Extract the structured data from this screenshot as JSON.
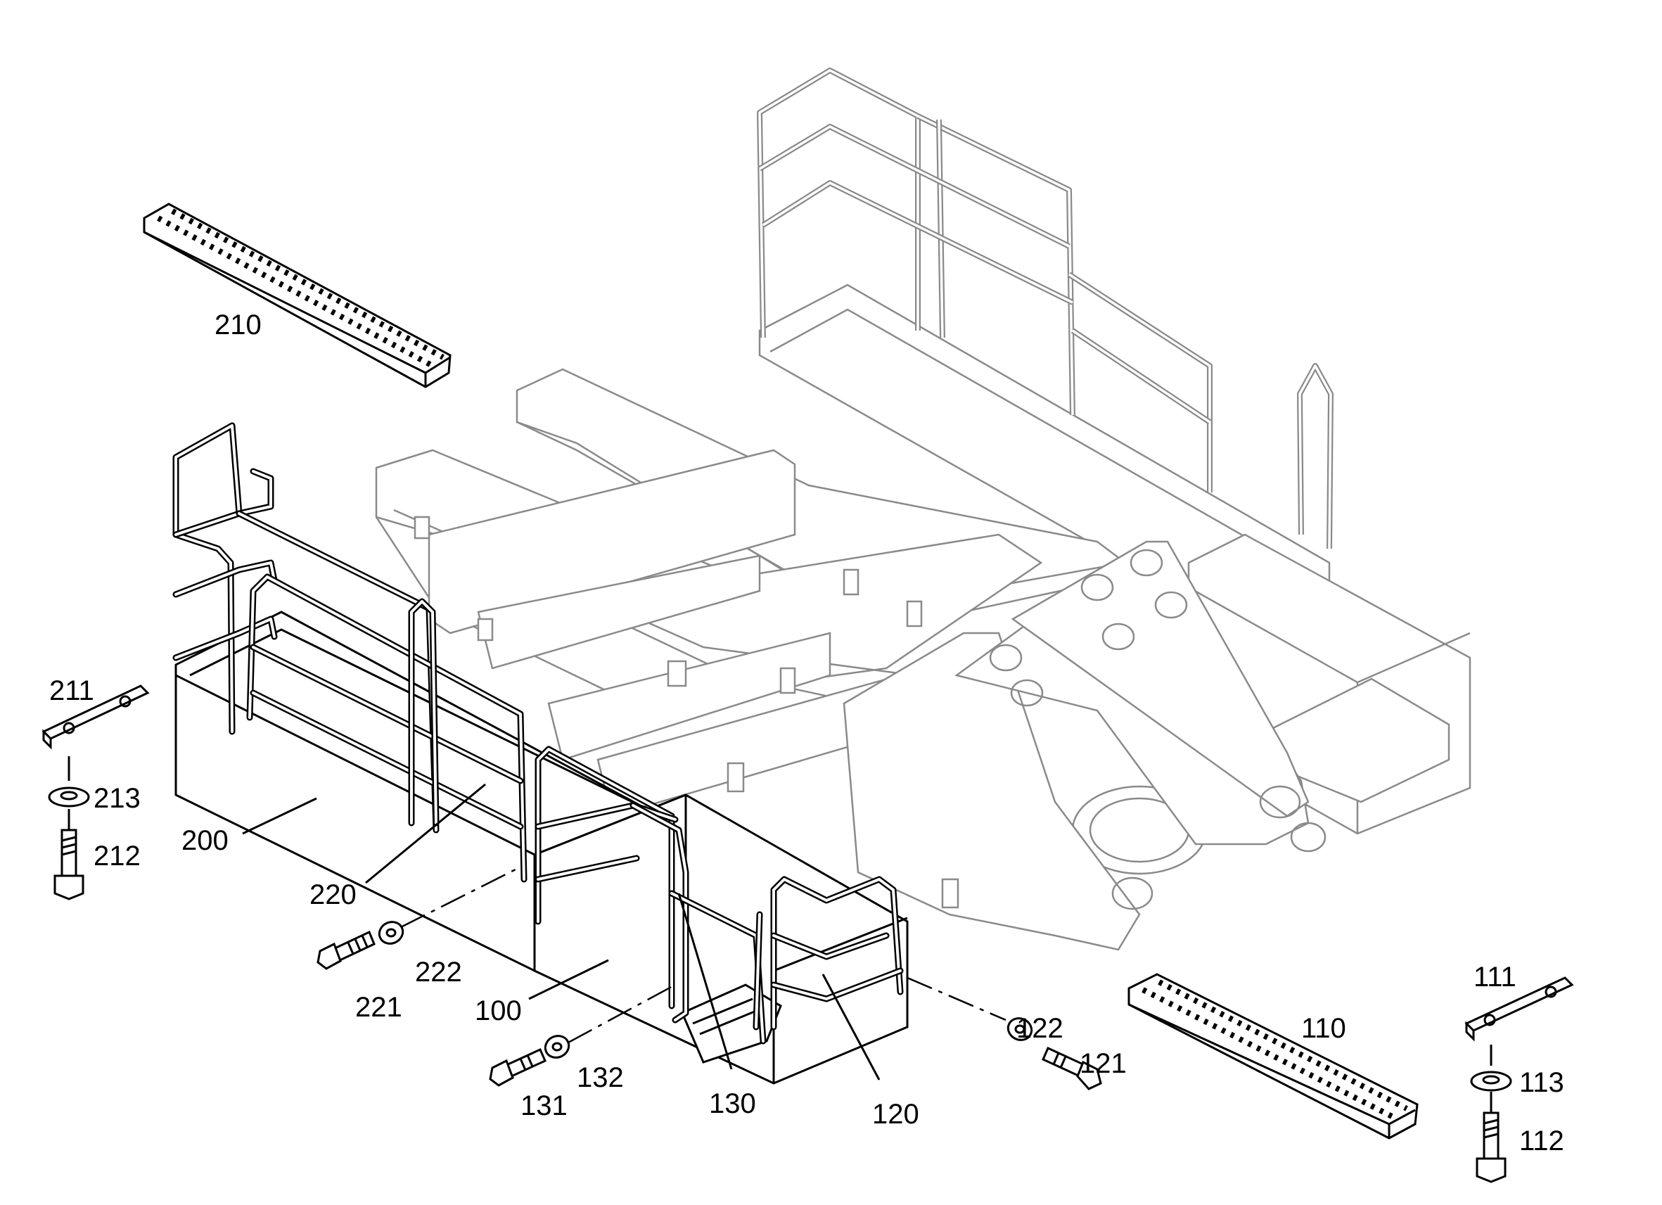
{
  "labels": {
    "l100": "100",
    "l110": "110",
    "l111": "111",
    "l112": "112",
    "l113": "113",
    "l120": "120",
    "l121": "121",
    "l122": "122",
    "l130": "130",
    "l131": "131",
    "l132": "132",
    "l200": "200",
    "l210": "210",
    "l211": "211",
    "l212": "212",
    "l213": "213",
    "l220": "220",
    "l221": "221",
    "l222": "222"
  }
}
